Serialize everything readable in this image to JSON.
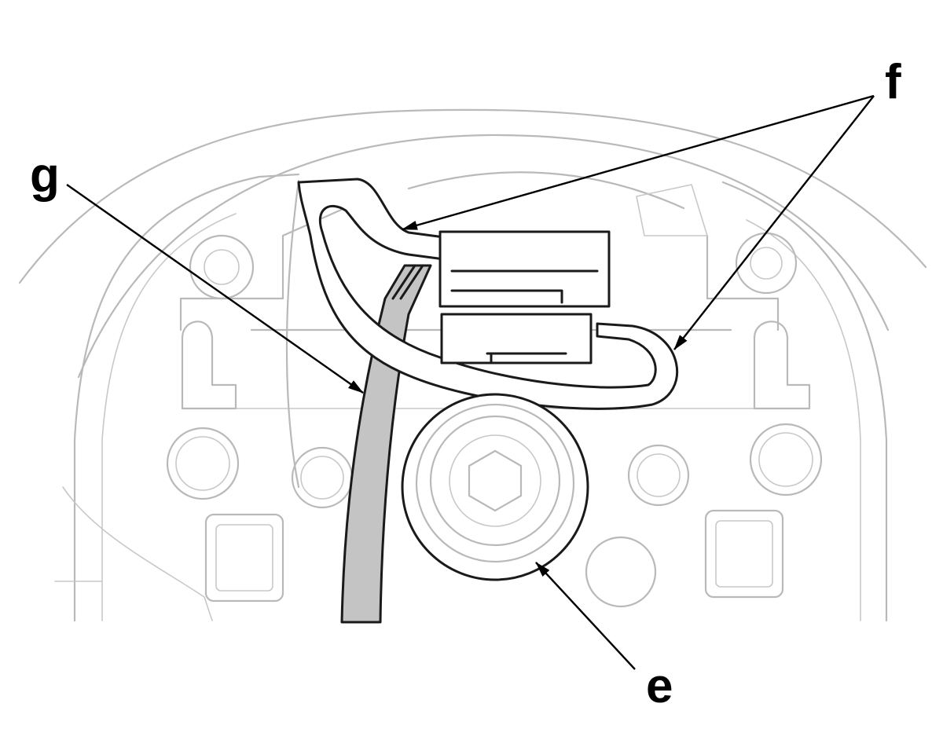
{
  "callouts": {
    "g": "g",
    "f": "f",
    "e": "e"
  },
  "colors": {
    "outline_light": "#b9b9b9",
    "outline_dark": "#1a1a1a",
    "harness_fill": "#c4c4c4",
    "background": "#ffffff"
  }
}
